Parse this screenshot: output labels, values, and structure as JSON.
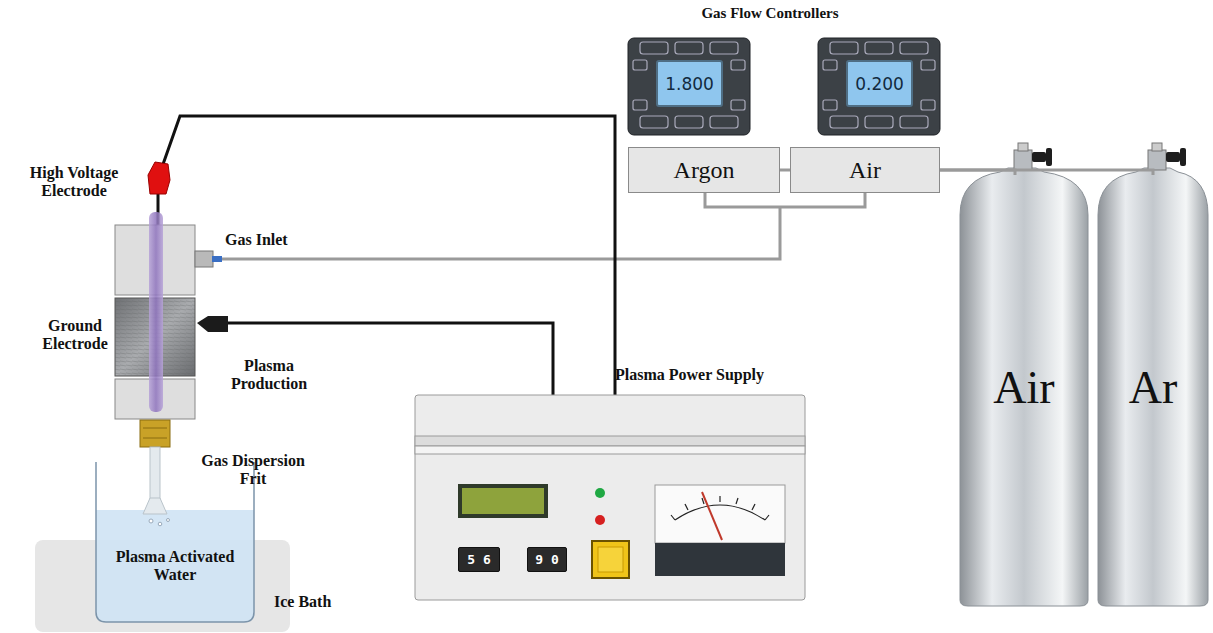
{
  "diagram": {
    "nodes": [
      {
        "text": [
          "1.800"
        ]
      },
      {
        "text": [
          "0.200"
        ]
      },
      {
        "text": [
          "Argon"
        ]
      },
      {
        "text": [
          "Air"
        ]
      },
      {
        "text": [
          "Plasma Power Supply"
        ]
      },
      {
        "text": [
          "5 6"
        ],
        "in": 4
      },
      {
        "text": [
          "9 0"
        ],
        "in": 4
      },
      {
        "text": [
          "Air"
        ]
      },
      {
        "text": [
          "Ar"
        ]
      },
      {
        "text": [
          "Plasma Activated Water"
        ]
      }
    ],
    "edges": [
      {
        "from": 7,
        "to": 3,
        "arrow": "none"
      },
      {
        "from": 8,
        "to": 2,
        "arrow": "none"
      }
    ],
    "labels": [
      "Gas Flow Controllers",
      "High Voltage Electrode",
      "Gas Inlet",
      "Ground Electrode",
      "Plasma Production",
      "Gas Dispersion Frit",
      "Ice Bath"
    ]
  }
}
